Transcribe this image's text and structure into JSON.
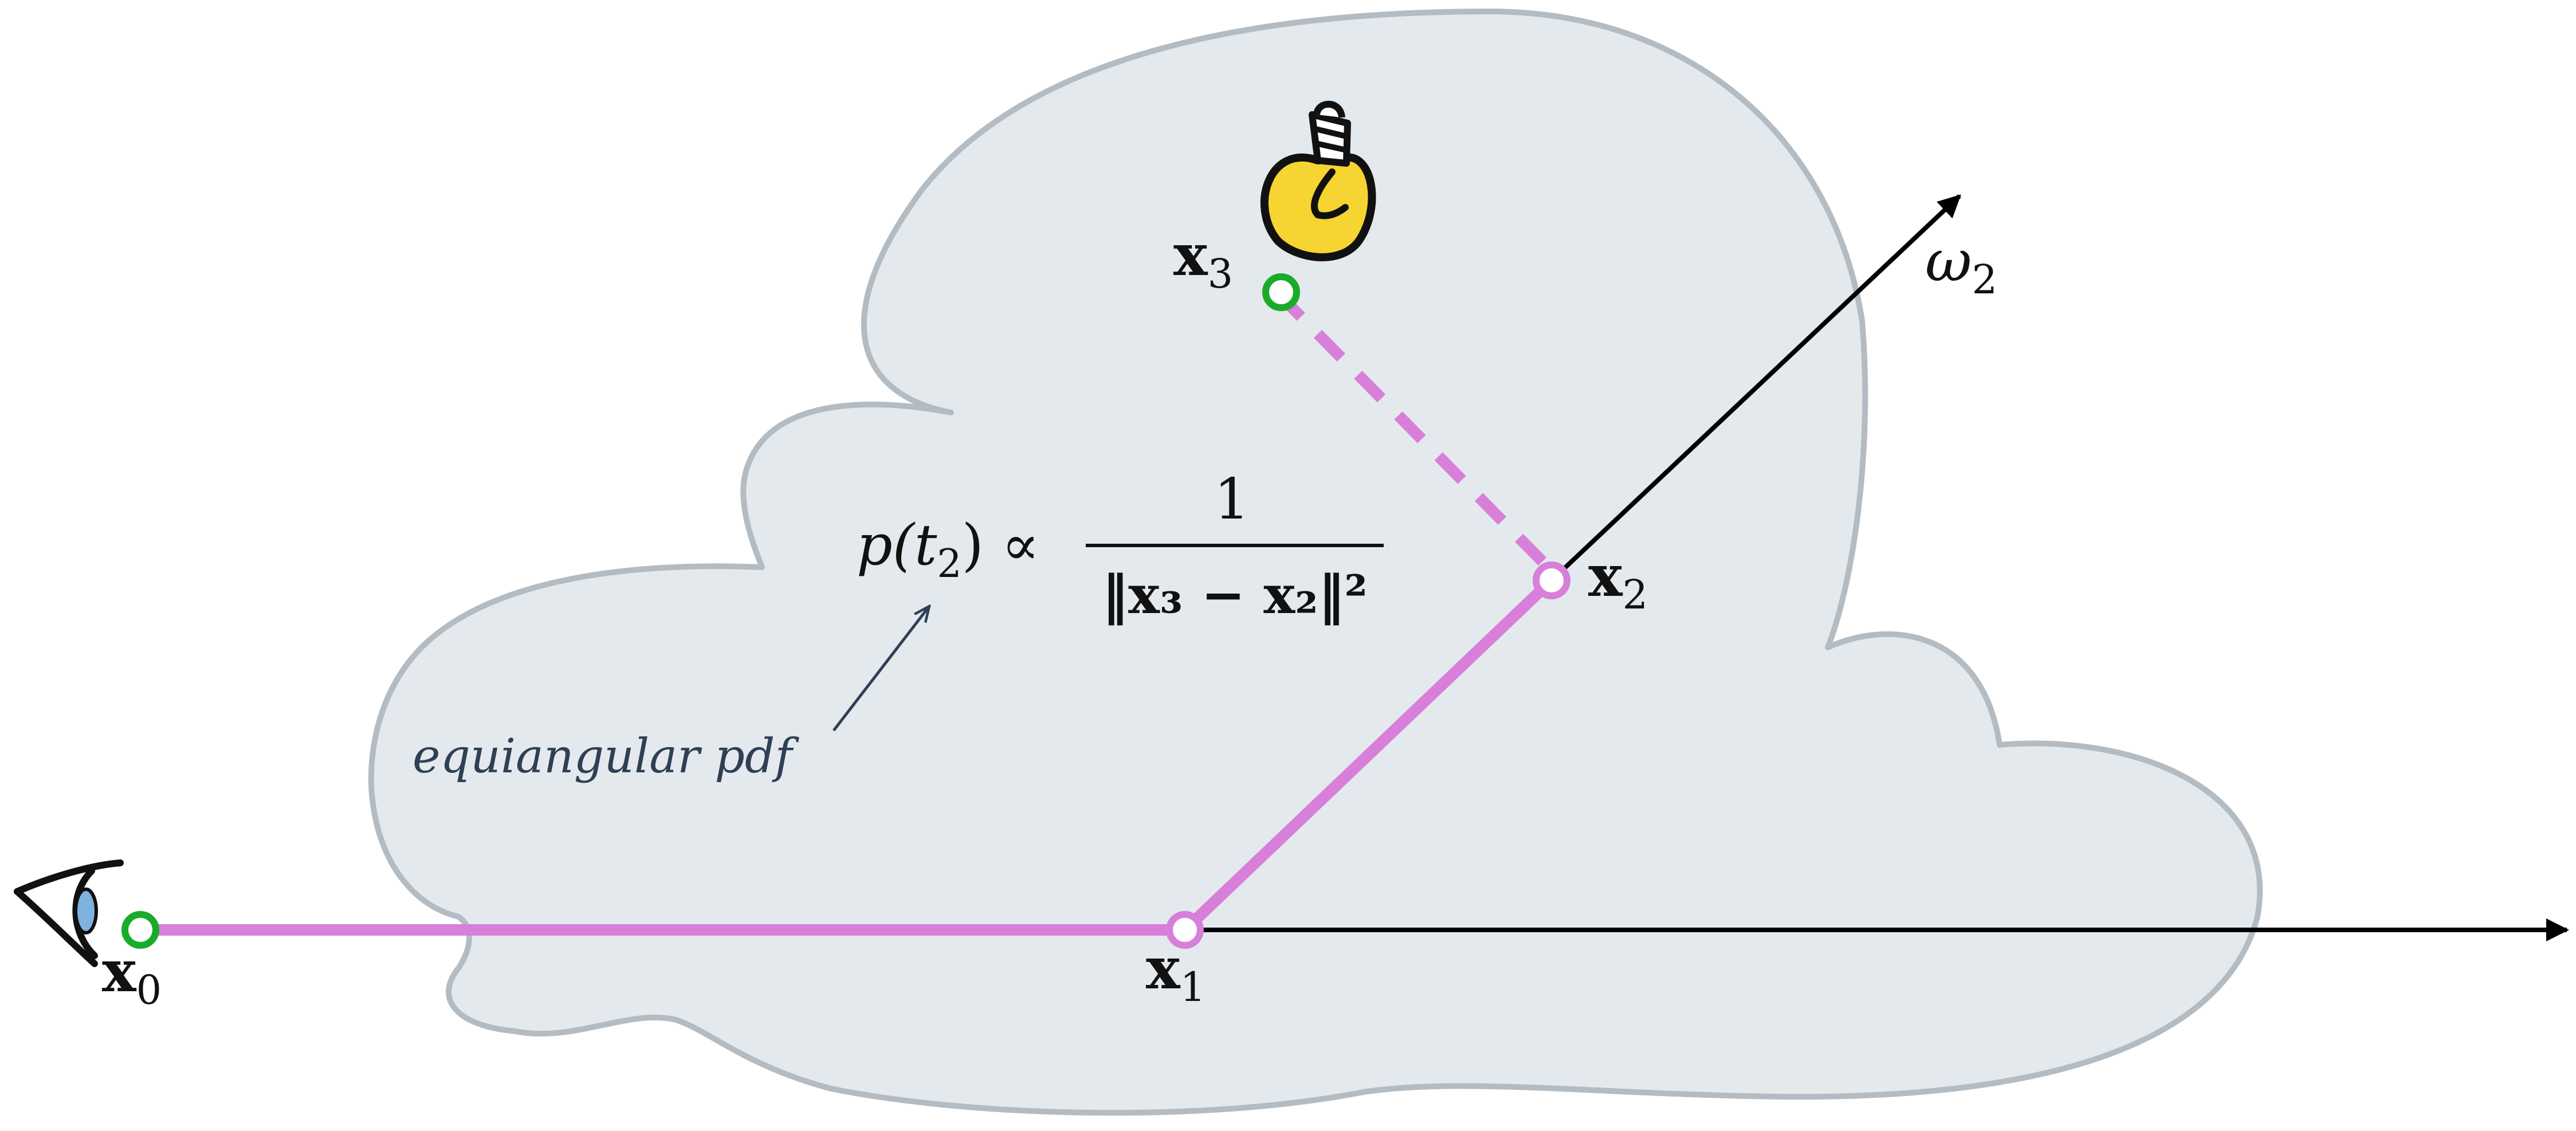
{
  "labels": {
    "x0": {
      "base": "x",
      "sub": "0"
    },
    "x1": {
      "base": "x",
      "sub": "1"
    },
    "x2": {
      "base": "x",
      "sub": "2"
    },
    "x3": {
      "base": "x",
      "sub": "3"
    },
    "omega2": {
      "base": "ω",
      "sub": "2"
    }
  },
  "formula": {
    "lhs_p": "p(t",
    "lhs_sub": "2",
    "lhs_close": ") ∝",
    "numerator": "1",
    "denominator": "‖x₃ − x₂‖²"
  },
  "annotation": "equiangular pdf",
  "colors": {
    "cloud_fill": "#e4e9ee",
    "cloud_stroke": "#b3bbc3",
    "path": "#d77fd9",
    "vertex_green": "#1aab2a",
    "arrow": "#000000",
    "bulb": "#f6d431",
    "eye_iris": "#7fb2de"
  },
  "icons": {
    "eye": "eye-icon",
    "bulb": "lightbulb-icon"
  }
}
